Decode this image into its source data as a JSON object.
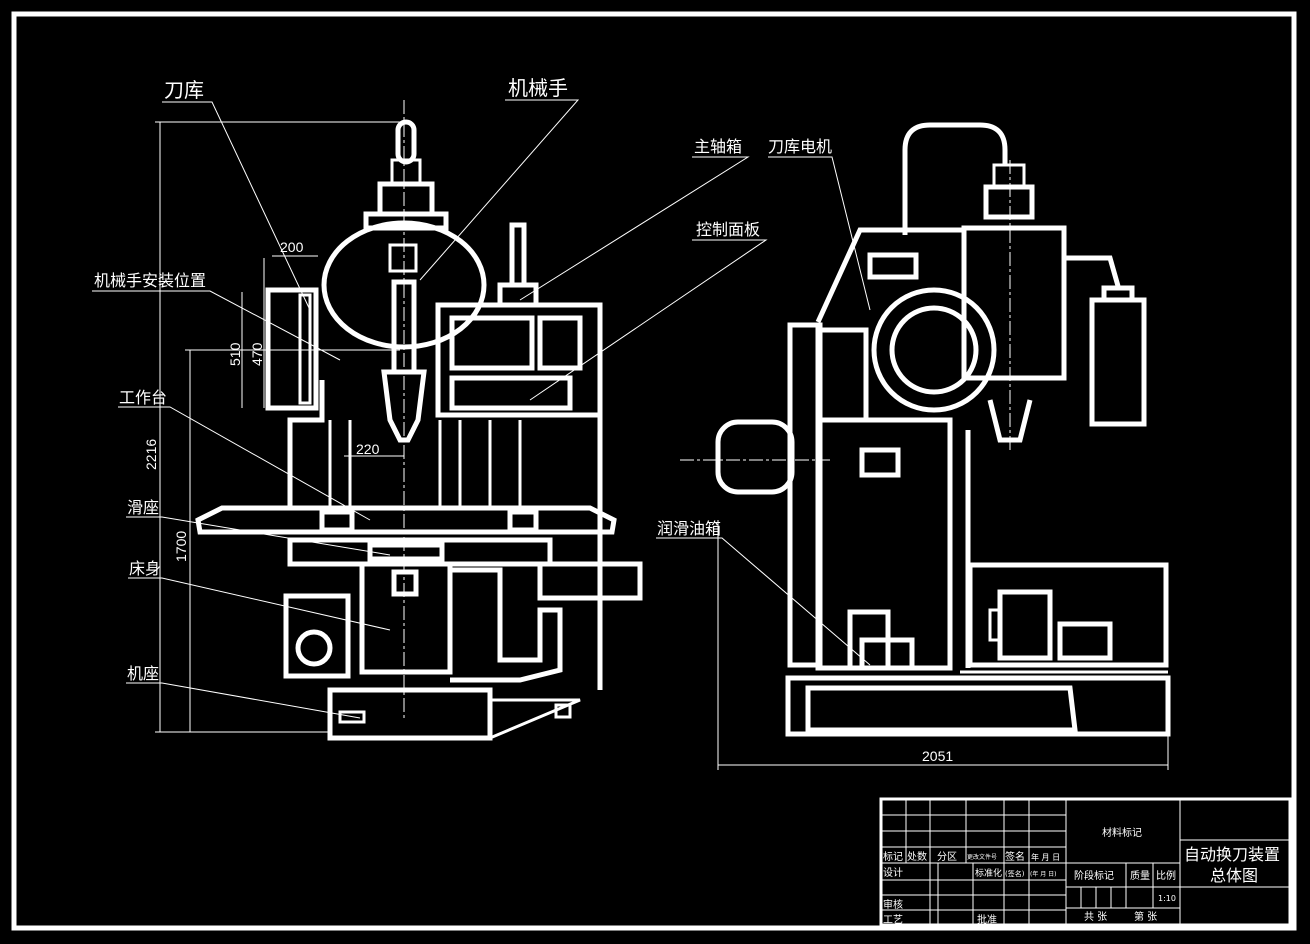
{
  "drawing": {
    "labels": {
      "tool_magazine": "刀库",
      "manipulator": "机械手",
      "spindle_box": "主轴箱",
      "magazine_motor": "刀库电机",
      "control_panel": "控制面板",
      "manipulator_mount": "机械手安装位置",
      "worktable": "工作台",
      "slide": "滑座",
      "bed": "床身",
      "base": "机座",
      "lube_tank": "润滑油箱"
    },
    "dimensions": {
      "d200": "200",
      "d510": "510",
      "d470": "470",
      "d2216": "2216",
      "d1700": "1700",
      "d220": "220",
      "d2051": "2051"
    }
  },
  "title_block": {
    "mark": "标记",
    "count": "处数",
    "zone": "分区",
    "change_doc": "更改文件号",
    "signature": "签名",
    "date": "年 月 日",
    "design": "设计",
    "standardization": "标准化",
    "sign_paren": "(签名)",
    "date_paren": "(年 月 日)",
    "review": "审核",
    "process": "工艺",
    "approve": "批准",
    "material": "材料标记",
    "stage": "阶段标记",
    "mass": "质量",
    "ratio": "比例",
    "scale": "1:10",
    "sheets_total": "共  张",
    "sheet_no": "第  张",
    "title_line1": "自动换刀装置",
    "title_line2": "总体图"
  }
}
